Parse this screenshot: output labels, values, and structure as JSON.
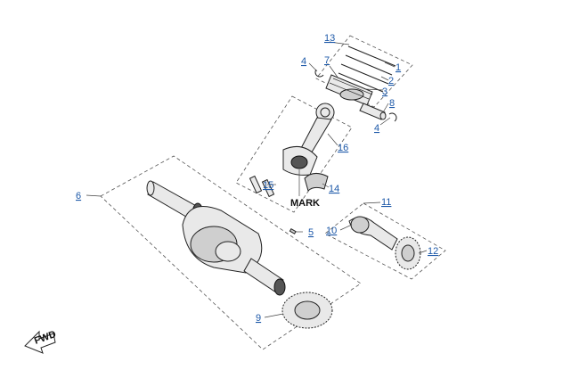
{
  "diagram": {
    "callouts": [
      {
        "id": "c1",
        "label": "1"
      },
      {
        "id": "c2",
        "label": "2"
      },
      {
        "id": "c3",
        "label": "3"
      },
      {
        "id": "c4a",
        "label": "4"
      },
      {
        "id": "c4b",
        "label": "4"
      },
      {
        "id": "c5",
        "label": "5"
      },
      {
        "id": "c6",
        "label": "6"
      },
      {
        "id": "c7",
        "label": "7"
      },
      {
        "id": "c8",
        "label": "8"
      },
      {
        "id": "c9",
        "label": "9"
      },
      {
        "id": "c10",
        "label": "10"
      },
      {
        "id": "c11",
        "label": "11"
      },
      {
        "id": "c12",
        "label": "12"
      },
      {
        "id": "c13",
        "label": "13"
      },
      {
        "id": "c14",
        "label": "14"
      },
      {
        "id": "c15",
        "label": "15"
      },
      {
        "id": "c16",
        "label": "16"
      }
    ],
    "mark_label": "MARK",
    "arrow_label": "FWD",
    "colors": {
      "callout": "#1c58a8",
      "line": "#222222"
    }
  }
}
